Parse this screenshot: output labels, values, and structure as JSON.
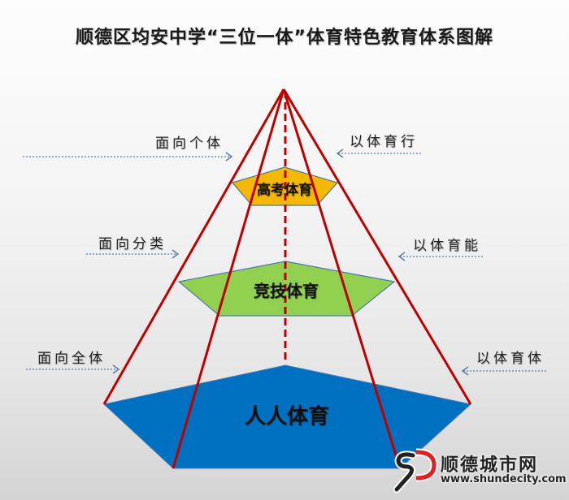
{
  "title": "顺德区均安中学“三位一体”体育特色教育体系图解",
  "tiers": {
    "top": {
      "label": "高考体育",
      "color": "#f5b800"
    },
    "middle": {
      "label": "竞技体育",
      "color": "#92d050"
    },
    "bottom": {
      "label": "人人体育",
      "color": "#0070c0"
    }
  },
  "left_labels": [
    "面向个体",
    "面向分类",
    "面向全体"
  ],
  "right_labels": [
    "以体育行",
    "以体育能",
    "以体育体"
  ],
  "colors": {
    "edge_lines": "#c00000",
    "arrows": "#5a7fa8"
  },
  "watermark": {
    "logo": "SD",
    "name": "顺德城市网",
    "url": "www.shundecity.com"
  }
}
